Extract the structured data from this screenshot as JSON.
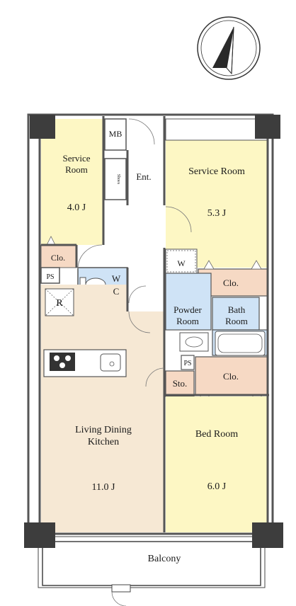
{
  "rooms": {
    "service_room_1": {
      "name_line1": "Service",
      "name_line2": "Room",
      "size": "4.0 J"
    },
    "service_room_2": {
      "name": "Service Room",
      "size": "5.3 J"
    },
    "mb": "MB",
    "shoes": "Shoes",
    "entrance": "Ent.",
    "closet_1": "Clo.",
    "ps_1": "PS",
    "wc_line1": "W",
    "wc_line2": "C",
    "refrigerator": "R",
    "washer": "W",
    "closet_2": "Clo.",
    "powder_room": {
      "line1": "Powder",
      "line2": "Room"
    },
    "bath_room": {
      "line1": "Bath",
      "line2": "Room"
    },
    "ps_2": "PS",
    "storage": "Sto.",
    "closet_3": "Clo.",
    "ldk": {
      "line1": "Living Dining",
      "line2": "Kitchen",
      "size": "11.0 J"
    },
    "bed_room": {
      "name": "Bed Room",
      "size": "6.0 J"
    },
    "balcony": "Balcony"
  },
  "colors": {
    "wall": "#5a5a5a",
    "column": "#3d3d3d",
    "room_yellow": "#fdf7c4",
    "ldk_beige": "#f6e8d4",
    "closet_peach": "#f6d9c4",
    "wet_blue": "#cfe3f6",
    "corridor": "#ffffff"
  },
  "icons": [
    "compass-icon",
    "stove-icon",
    "sink-icon",
    "toilet-icon",
    "washbasin-icon",
    "bathtub-icon"
  ]
}
